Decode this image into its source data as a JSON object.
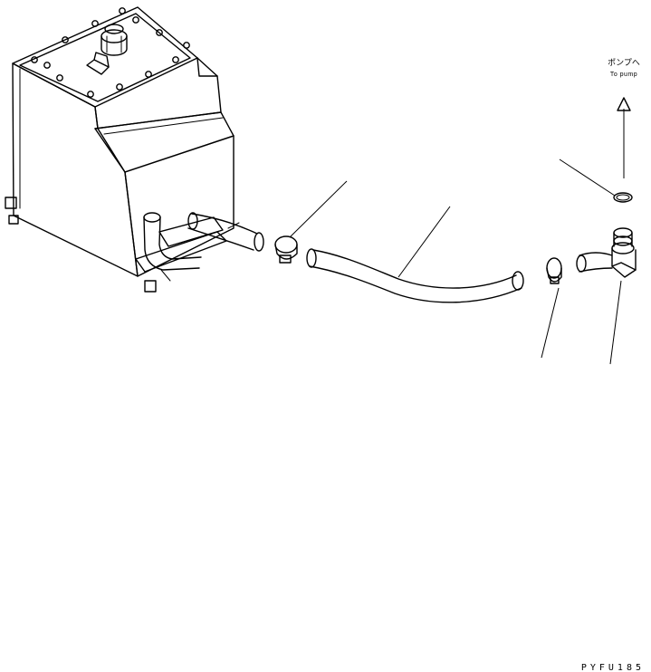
{
  "diagram": {
    "destination_label_jp": "ポンプへ",
    "destination_label_en": "To pump",
    "drawing_code": "PYFU185"
  }
}
